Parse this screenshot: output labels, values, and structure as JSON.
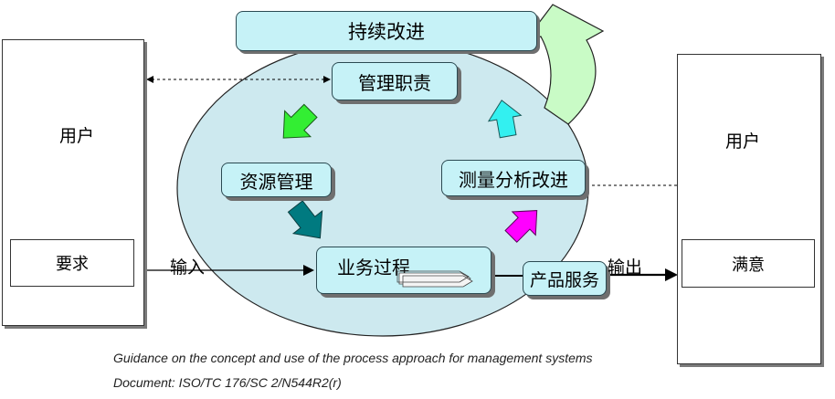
{
  "diagram": {
    "title": "持续改进",
    "left_panel": {
      "label": "用户",
      "inner": "要求"
    },
    "right_panel": {
      "label": "用户",
      "inner": "满意"
    },
    "processes": {
      "management": "管理职责",
      "resource": "资源管理",
      "measurement": "测量分析改进",
      "business": "业务过程",
      "product": "产品服务"
    },
    "input_label": "输入",
    "output_label": "输出",
    "caption_line1": "Guidance on the concept and use of the process approach for management systems",
    "caption_line2": "Document: ISO/TC 176/SC 2/N544R2(r)",
    "colors": {
      "ellipse": "#cde9ef",
      "box_fill": "#c6f2f7",
      "arrow_green": "#33ee33",
      "arrow_teal": "#007a80",
      "arrow_magenta": "#ff00ff",
      "arrow_cyan": "#33f0f0",
      "arrow_lightgreen": "#c9fbc6"
    }
  }
}
